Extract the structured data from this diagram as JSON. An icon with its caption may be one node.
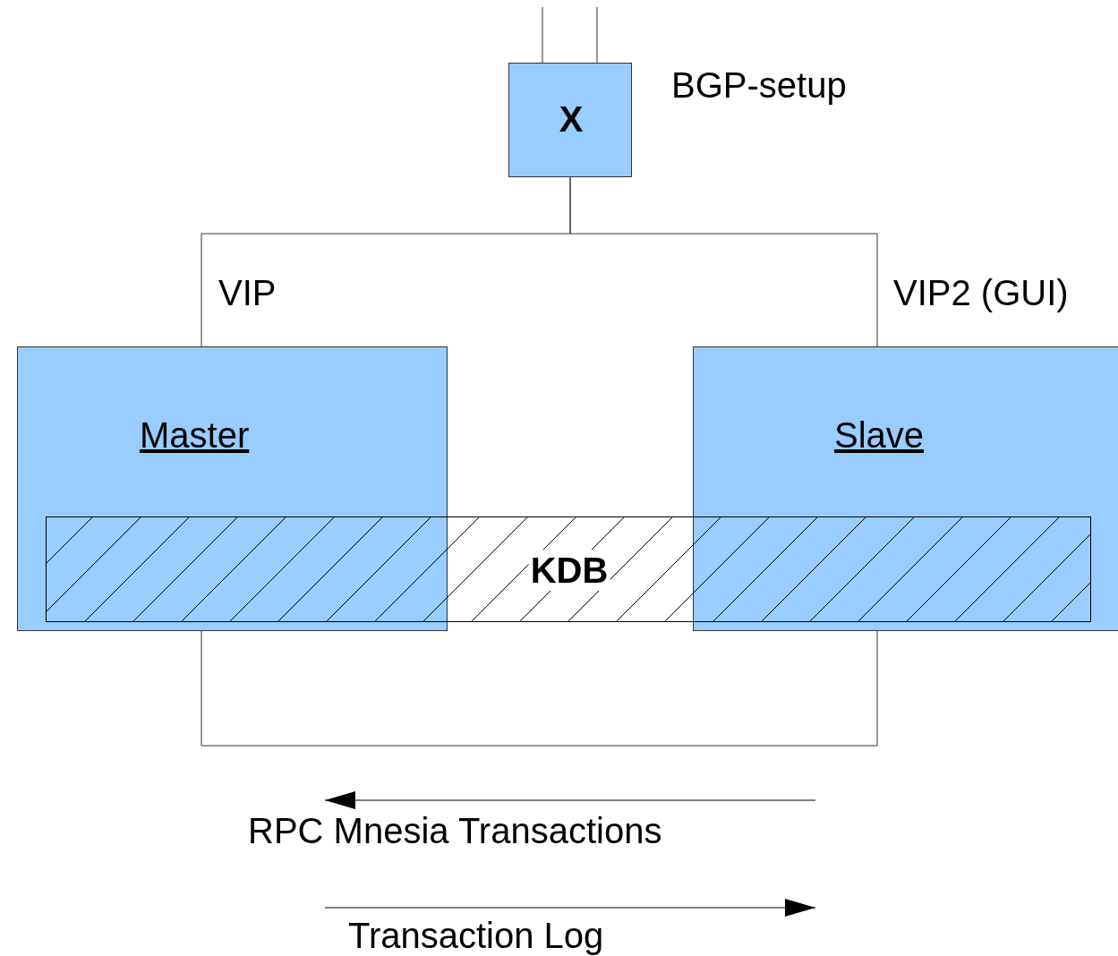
{
  "diagram": {
    "nodes": [
      {
        "text": [
          "X"
        ],
        "beside": [
          "BGP-setup"
        ]
      },
      {
        "text": [
          "Master"
        ]
      },
      {
        "text": [
          "Slave"
        ]
      },
      {
        "text": [
          "KDB"
        ]
      }
    ],
    "edges": [
      {
        "from": null,
        "to": 0,
        "arrow": "none"
      },
      {
        "from": null,
        "to": 0,
        "arrow": "none"
      },
      {
        "from": 0,
        "to": 1,
        "arrow": "none"
      },
      {
        "from": 0,
        "to": 2,
        "arrow": "none"
      },
      {
        "from": 1,
        "to": 2,
        "arrow": "none"
      }
    ],
    "labels": [
      "VIP",
      "VIP2 (GUI)",
      "RPC Mnesia Transactions",
      "Transaction Log"
    ]
  }
}
